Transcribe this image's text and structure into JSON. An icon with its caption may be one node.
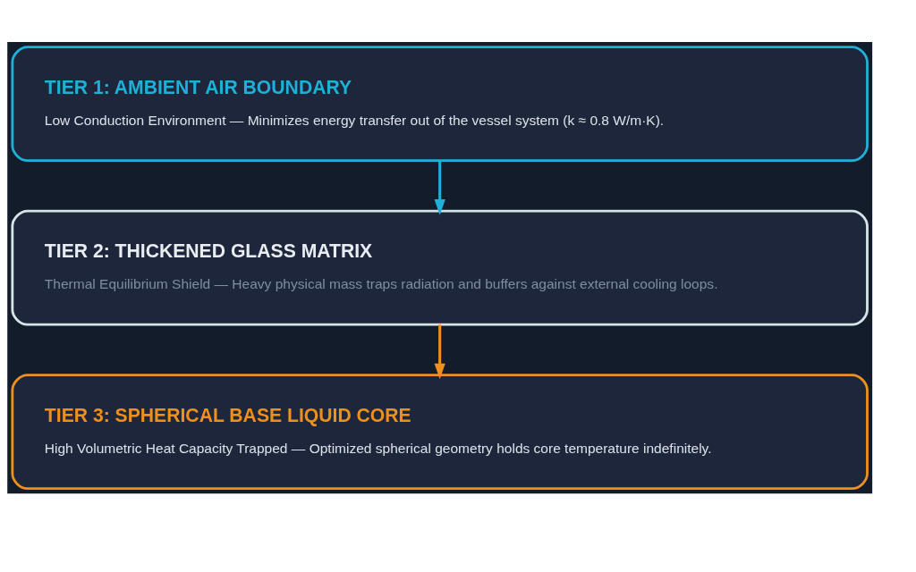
{
  "diagram": {
    "nodes": [
      {
        "text": [
          "TIER 1: AMBIENT AIR BOUNDARY",
          "Low Conduction Environment — Minimizes energy transfer out of the vessel system (k ≈ 0.8 W/m·K)."
        ]
      },
      {
        "text": [
          "TIER 2: THICKENED GLASS MATRIX",
          "Thermal Equilibrium Shield — Heavy physical mass traps radiation and buffers against external cooling loops."
        ]
      },
      {
        "text": [
          "TIER 3: SPHERICAL BASE LIQUID CORE",
          "High Volumetric Heat Capacity Trapped — Optimized spherical geometry holds core temperature indefinitely."
        ]
      }
    ],
    "edges": [
      {
        "from": 0,
        "to": 1,
        "arrow": "to",
        "color": "#1fb0d8"
      },
      {
        "from": 1,
        "to": 2,
        "arrow": "to",
        "color": "#f0901c"
      }
    ]
  }
}
